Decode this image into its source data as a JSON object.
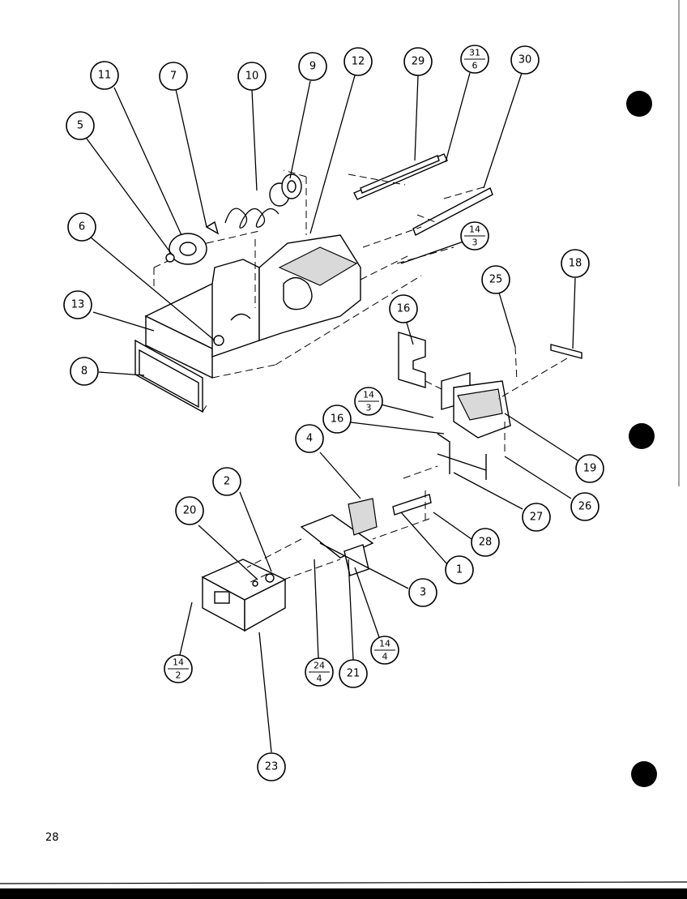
{
  "page": {
    "number": "28"
  },
  "callouts": {
    "c1": "1",
    "c2": "2",
    "c3": "3",
    "c4": "4",
    "c5": "5",
    "c6": "6",
    "c7": "7",
    "c8": "8",
    "c9": "9",
    "c10": "10",
    "c11": "11",
    "c12": "12",
    "c13": "13",
    "c16a": "16",
    "c16b": "16",
    "c18": "18",
    "c19": "19",
    "c20": "20",
    "c21": "21",
    "c23": "23",
    "c25": "25",
    "c26": "26",
    "c27": "27",
    "c28": "28",
    "c29": "29",
    "c30": "30",
    "f31_6": {
      "top": "31",
      "bottom": "6"
    },
    "f14_3a": {
      "top": "14",
      "bottom": "3"
    },
    "f14_3b": {
      "top": "14",
      "bottom": "3"
    },
    "f14_4": {
      "top": "14",
      "bottom": "4"
    },
    "f14_2": {
      "top": "14",
      "bottom": "2"
    },
    "f24_4": {
      "top": "24",
      "bottom": "4"
    }
  }
}
